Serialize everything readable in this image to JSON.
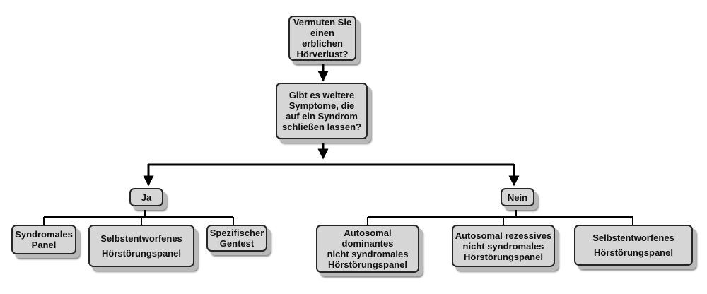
{
  "diagram": {
    "root_question": "Vermuten Sie\neinen\nerblichen\nHörverlust?",
    "second_question": "Gibt es weitere\nSymptome, die\nauf ein Syndrom\nschließen lassen?",
    "branch_yes": {
      "label": "Ja",
      "options": [
        "Syndromales\nPanel",
        "Selbstentworfenes\nHörstörungspanel",
        "Spezifischer\nGentest"
      ]
    },
    "branch_no": {
      "label": "Nein",
      "options": [
        "Autosomal dominantes\nnicht syndromales\nHörstörungspanel",
        "Autosomal rezessives\nnicht syndromales\nHörstörungspanel",
        "Selbstentworfenes\nHörstörungspanel"
      ]
    },
    "colors": {
      "box_fill": "#d6d6d6",
      "box_border": "#262626",
      "connector": "#000000"
    }
  }
}
